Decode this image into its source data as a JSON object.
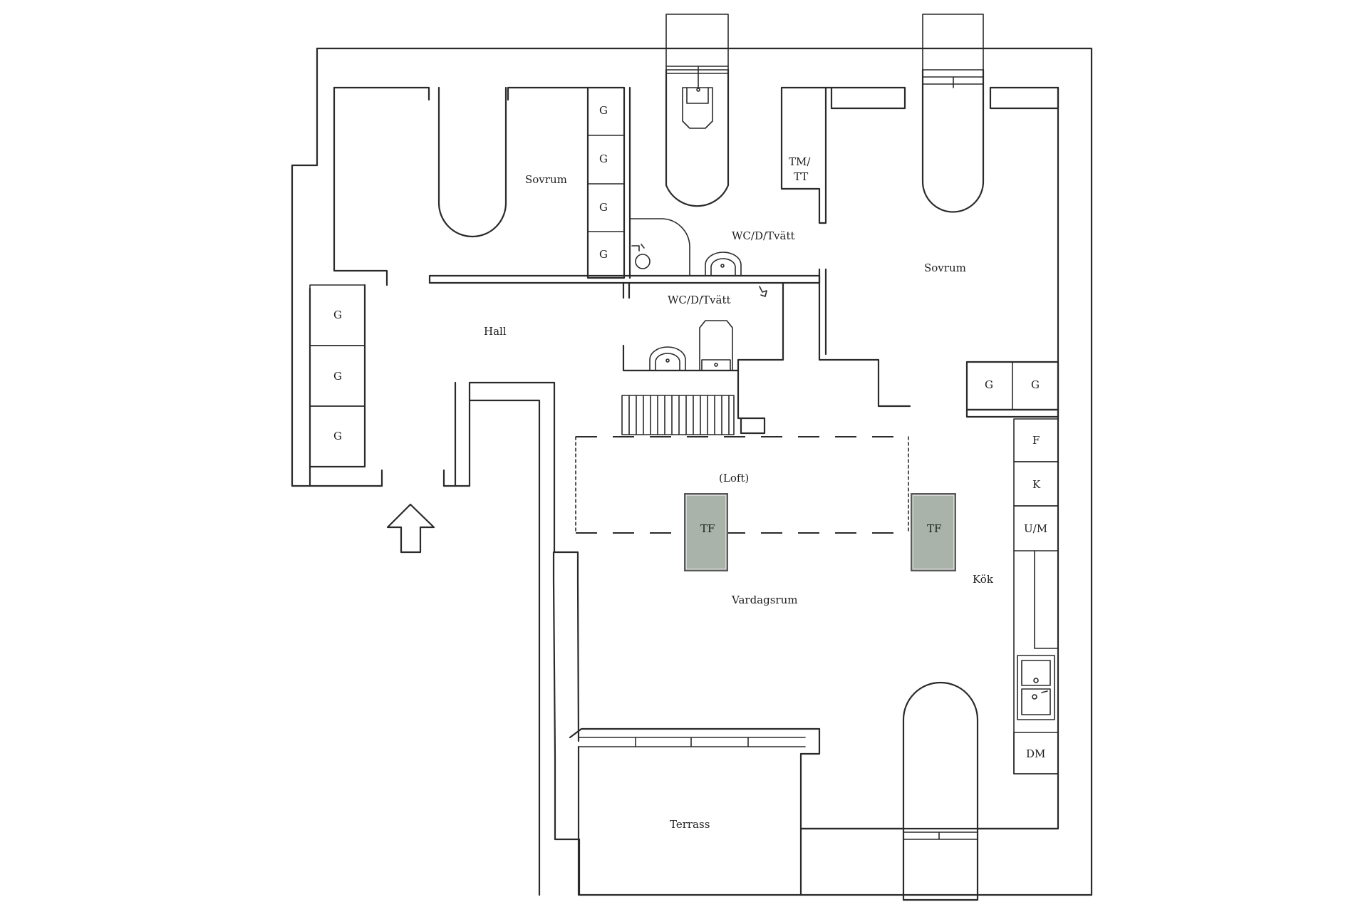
{
  "labels": {
    "sovrum_left": "Sovrum",
    "sovrum_right": "Sovrum",
    "wc_upper": "WC/D/Tvätt",
    "wc_lower": "WC/D/Tvätt",
    "hall": "Hall",
    "tm_line1": "TM/",
    "tm_line2": "TT",
    "loft": "(Loft)",
    "vardagsrum": "Vardagsrum",
    "kok": "Kök",
    "terrass": "Terrass",
    "g": "G",
    "tf": "TF",
    "f": "F",
    "k": "K",
    "um": "U/M",
    "dm": "DM"
  },
  "colors": {
    "fireplace_fill": "#a9b3a9",
    "wall_stroke": "#2a2a2a"
  }
}
